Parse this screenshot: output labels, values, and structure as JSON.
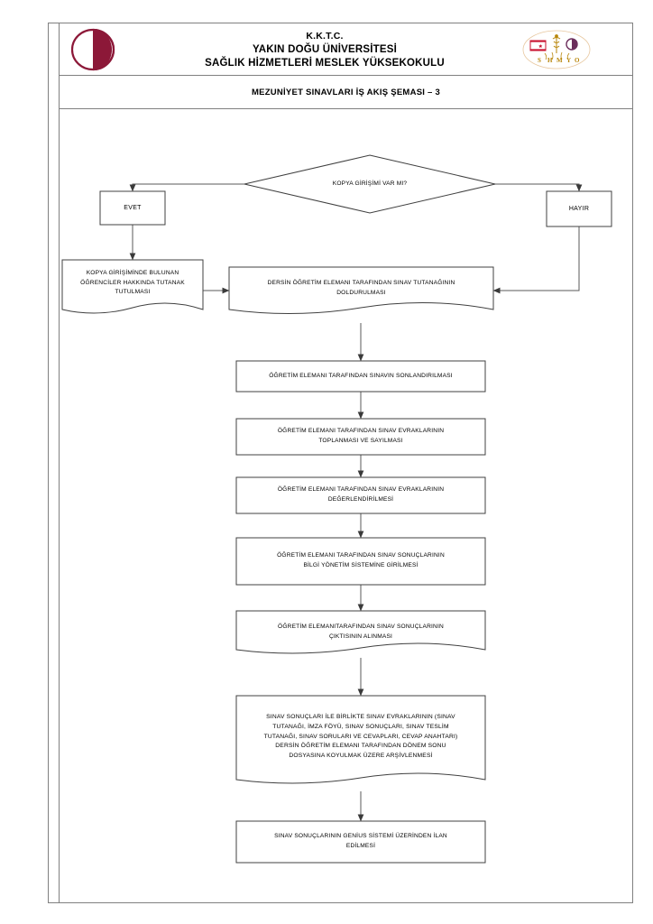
{
  "header": {
    "line1": "K.K.T.C.",
    "line2": "YAKIN DOĞU ÜNİVERSİTESİ",
    "line3": "SAĞLIK HİZMETLERİ MESLEK YÜKSEKOKULU",
    "logo_left_name": "near-east-university-logo",
    "logo_right_name": "shmyo-emblem-logo",
    "logo_right_text": "SHMYO"
  },
  "document_title": "MEZUNİYET SINAVLARI İŞ AKIŞ ŞEMASI – 3",
  "flow": {
    "decision": {
      "id": "kopya-girisimi-karari",
      "text": "KOPYA GİRİŞİMİ VAR MI?",
      "shape": "diamond"
    },
    "branch_yes": {
      "id": "evet",
      "text": "EVET",
      "shape": "rect"
    },
    "branch_no": {
      "id": "hayir",
      "text": "HAYIR",
      "shape": "rect"
    },
    "nodes": [
      {
        "id": "tutanak-tutulmasi",
        "shape": "document",
        "lines": [
          "KOPYA GİRİŞİMİNDE BULUNAN",
          "ÖĞRENCİLER HAKKINDA TUTANAK",
          "TUTULMASI"
        ]
      },
      {
        "id": "sinav-tutanagi-doldurulmasi",
        "shape": "document",
        "lines": [
          "DERSİN ÖĞRETİM ELEMANI TARAFINDAN SINAV TUTANAĞININ",
          "DOLDURULMASI"
        ]
      },
      {
        "id": "sinavin-sonlandirilmasi",
        "shape": "rect",
        "lines": [
          "ÖĞRETİM ELEMANI TARAFINDAN SINAVIN SONLANDIRILMASI"
        ]
      },
      {
        "id": "evraklarin-toplanmasi",
        "shape": "rect",
        "lines": [
          "ÖĞRETİM ELEMANI TARAFINDAN SINAV EVRAKLARININ",
          "TOPLANMASI VE SAYILMASI"
        ]
      },
      {
        "id": "evraklarin-degerlendirilmesi",
        "shape": "rect",
        "lines": [
          "ÖĞRETİM ELEMANI TARAFINDAN SINAV EVRAKLARININ",
          "DEĞERLENDİRİLMESİ"
        ]
      },
      {
        "id": "sonuclarin-sisteme-girilmesi",
        "shape": "rect",
        "lines": [
          "ÖĞRETİM ELEMANI TARAFINDAN SINAV SONUÇLARININ",
          "BİLGİ YÖNETİM SİSTEMİNE GİRİLMESİ"
        ]
      },
      {
        "id": "ciktisinin-alinmasi",
        "shape": "document",
        "lines": [
          "ÖĞRETİM ELEMANITARAFINDAN SINAV SONUÇLARININ",
          "ÇIKTISININ ALINMASI"
        ]
      },
      {
        "id": "evraklarin-arsivlenmesi",
        "shape": "document",
        "lines": [
          "SINAV SONUÇLARI İLE BİRLİKTE SINAV EVRAKLARININ (SINAV",
          "TUTANAĞI, İMZA FÖYÜ, SINAV SONUÇLARI,  SINAV TESLİM",
          "TUTANAĞI, SINAV SORULARI VE CEVAPLARI, CEVAP ANAHTARI)",
          "DERSİN ÖĞRETİM ELEMANI TARAFINDAN DÖNEM SONU",
          "DOSYASINA KOYULMAK ÜZERE ARŞİVLENMESİ"
        ]
      },
      {
        "id": "genius-ilan-edilmesi",
        "shape": "rect",
        "lines": [
          "SINAV SONUÇLARININ GENİUS SİSTEMİ ÜZERİNDEN İLAN",
          "EDİLMESİ"
        ]
      }
    ]
  },
  "colors": {
    "frame": "#808080",
    "shape_stroke": "#404040",
    "connector": "#595959",
    "logo_maroon": "#8C1838",
    "logo_gold": "#B8860B",
    "logo_red": "#C8102E"
  }
}
